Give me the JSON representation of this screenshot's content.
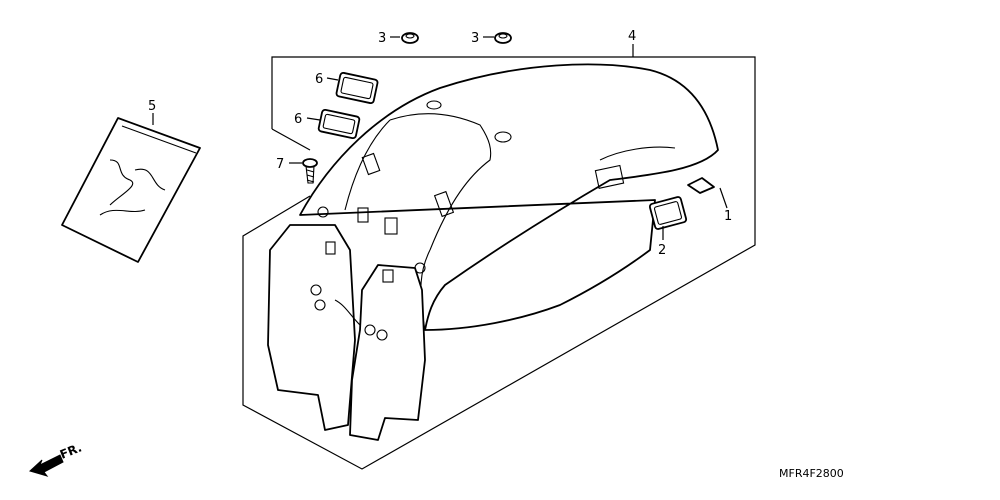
{
  "diagram": {
    "callouts": [
      {
        "id": "1",
        "label": "1"
      },
      {
        "id": "2",
        "label": "2"
      },
      {
        "id": "3a",
        "label": "3"
      },
      {
        "id": "3b",
        "label": "3"
      },
      {
        "id": "4",
        "label": "4"
      },
      {
        "id": "5",
        "label": "5"
      },
      {
        "id": "6a",
        "label": "6"
      },
      {
        "id": "6b",
        "label": "6"
      },
      {
        "id": "7",
        "label": "7"
      }
    ],
    "direction_label": "FR.",
    "diagram_code": "MFR4F2800"
  }
}
